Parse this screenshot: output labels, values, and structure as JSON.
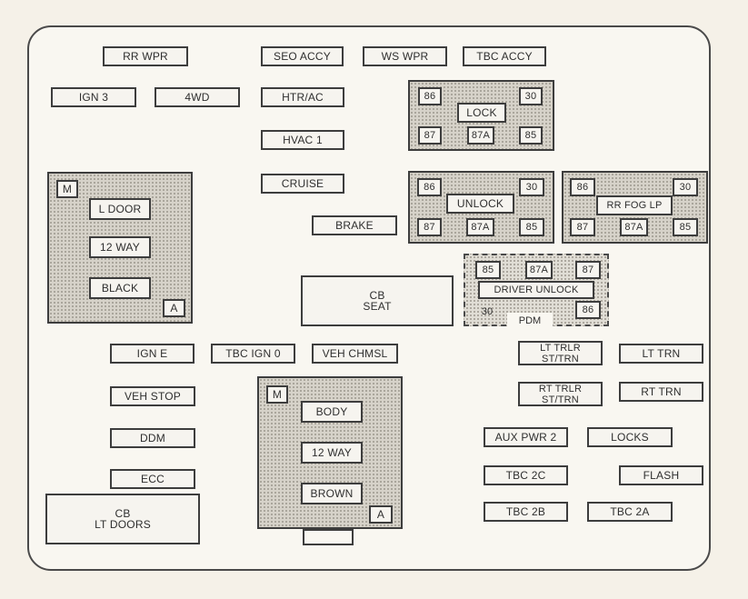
{
  "fuses": {
    "rr_wpr": "RR WPR",
    "seo_accy": "SEO ACCY",
    "ws_wpr": "WS WPR",
    "tbc_accy": "TBC ACCY",
    "ign_3": "IGN 3",
    "fourwd": "4WD",
    "htr_ac": "HTR/AC",
    "hvac_1": "HVAC 1",
    "cruise": "CRUISE",
    "brake": "BRAKE",
    "ign_e": "IGN E",
    "tbc_ign_0": "TBC IGN 0",
    "veh_chmsl": "VEH CHMSL",
    "veh_stop": "VEH STOP",
    "ddm": "DDM",
    "ecc": "ECC",
    "lt_trlr": "LT TRLR\nST/TRN",
    "lt_trn": "LT TRN",
    "rt_trlr": "RT TRLR\nST/TRN",
    "rt_trn": "RT TRN",
    "aux_pwr_2": "AUX PWR 2",
    "locks": "LOCKS",
    "tbc_2c": "TBC 2C",
    "flash": "FLASH",
    "tbc_2b": "TBC 2B",
    "tbc_2a": "TBC 2A"
  },
  "breakers": {
    "cb_seat": "CB\nSEAT",
    "cb_lt_doors": "CB\nLT DOORS"
  },
  "relays": {
    "lock": {
      "name": "LOCK",
      "p86": "86",
      "p30": "30",
      "p87": "87",
      "p87a": "87A",
      "p85": "85"
    },
    "unlock": {
      "name": "UNLOCK",
      "p86": "86",
      "p30": "30",
      "p87": "87",
      "p87a": "87A",
      "p85": "85"
    },
    "rr_fog": {
      "name": "RR FOG LP",
      "p86": "86",
      "p30": "30",
      "p87": "87",
      "p87a": "87A",
      "p85": "85"
    },
    "driver_unlock": {
      "name": "DRIVER UNLOCK",
      "p85": "85",
      "p87a": "87A",
      "p87": "87",
      "p30": "30",
      "p86": "86",
      "pdm": "PDM"
    }
  },
  "black_block": {
    "m": "M",
    "a": "A",
    "l_door": "L DOOR",
    "way": "12 WAY",
    "black": "BLACK"
  },
  "body_block": {
    "m": "M",
    "a": "A",
    "body": "BODY",
    "way": "12 WAY",
    "brown": "BROWN"
  }
}
